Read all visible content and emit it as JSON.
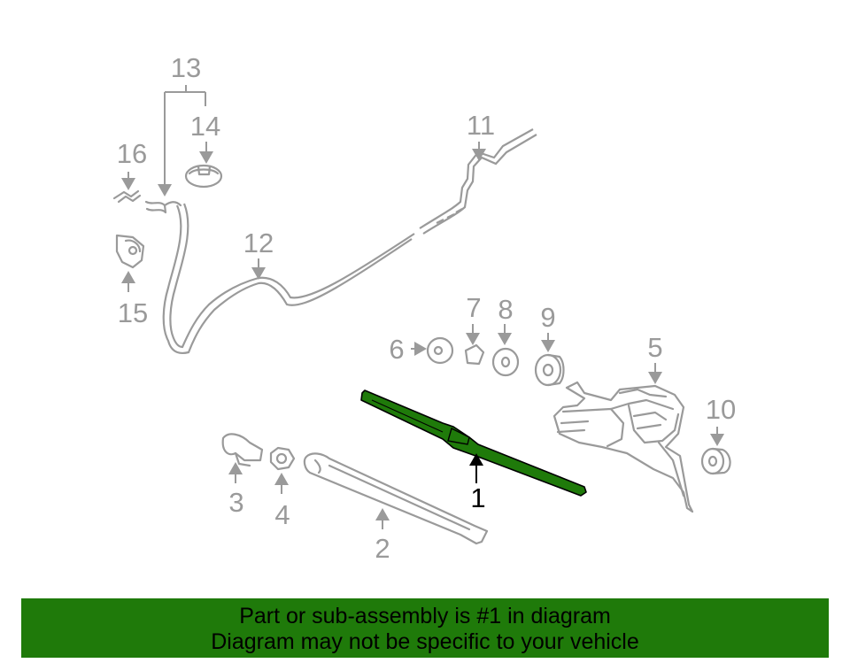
{
  "callouts": {
    "c1": "1",
    "c2": "2",
    "c3": "3",
    "c4": "4",
    "c5": "5",
    "c6": "6",
    "c7": "7",
    "c8": "8",
    "c9": "9",
    "c10": "10",
    "c11": "11",
    "c12": "12",
    "c13": "13",
    "c14": "14",
    "c15": "15",
    "c16": "16"
  },
  "highlight_color": "#1f7a0a",
  "banner": {
    "line1": "Part or sub-assembly is #1 in diagram",
    "line2": "Diagram may not be specific to your vehicle"
  }
}
